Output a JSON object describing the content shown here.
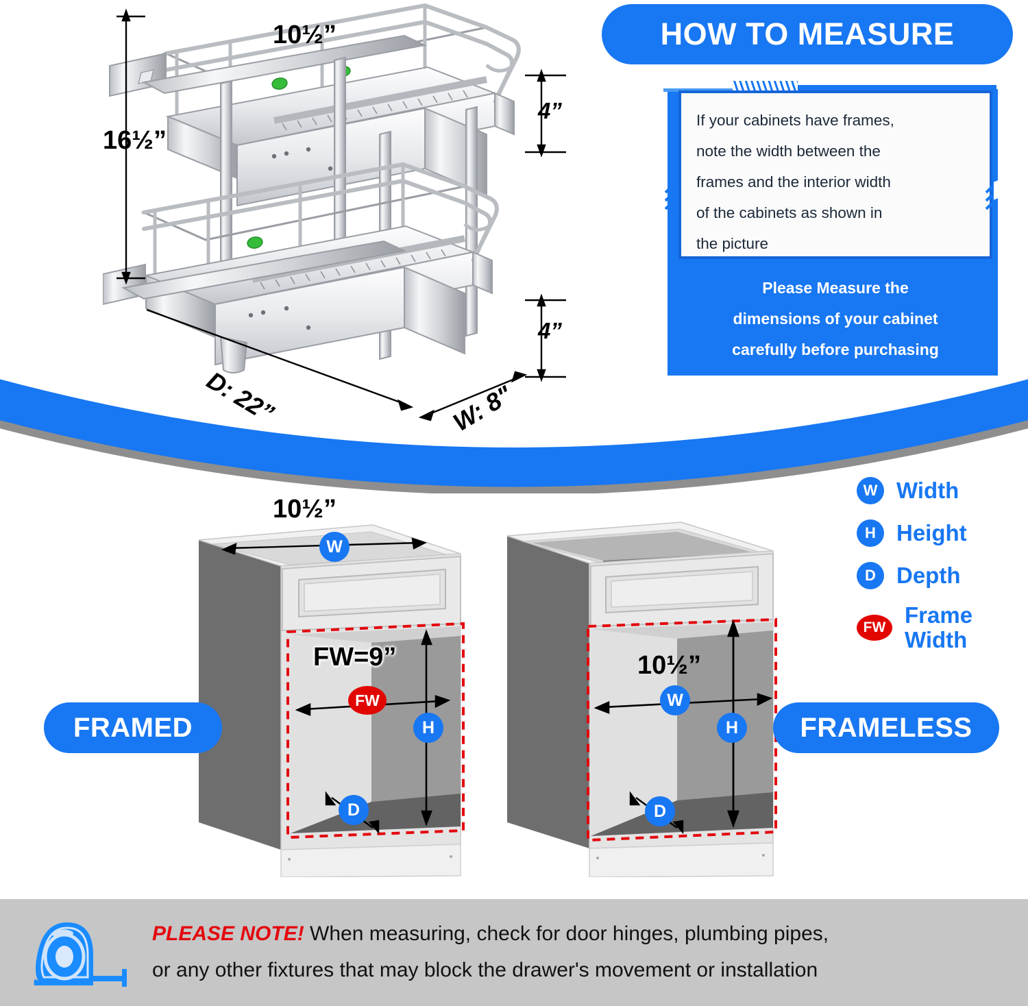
{
  "header": {
    "title": "HOW TO MEASURE"
  },
  "info_panel": {
    "card_text": "If your cabinets have frames, note the width between the frames and the interior width of the cabinets as shown in the picture",
    "card_lines": [
      "If your cabinets have frames,",
      "note the width between the",
      "frames and the interior width",
      "of the cabinets as shown in",
      "the picture"
    ],
    "blue_lines": [
      "Please Measure the",
      "dimensions of your cabinet",
      "carefully before purchasing"
    ]
  },
  "product": {
    "height_label": "16½”",
    "tier1_height_label": "4”",
    "tier2_height_label": "4”",
    "depth_label": "D: 22”",
    "width_label": "W: 8\"",
    "name": "two-tier-pull-out-basket"
  },
  "legend": {
    "items": [
      {
        "badge": "W",
        "label": "Width",
        "color": "#1877F2"
      },
      {
        "badge": "H",
        "label": "Height",
        "color": "#1877F2"
      },
      {
        "badge": "D",
        "label": "Depth",
        "color": "#1877F2"
      },
      {
        "badge": "FW",
        "label_line1": "Frame",
        "label_line2": "Width",
        "color": "#E10600"
      }
    ]
  },
  "framed": {
    "pill": "FRAMED",
    "top_width_label": "10½”",
    "frame_width_label": "FW=9”",
    "badges": {
      "w": "W",
      "fw": "FW",
      "h": "H",
      "d": "D"
    }
  },
  "frameless": {
    "pill": "FRAMELESS",
    "interior_width_label": "10½”",
    "badges": {
      "w": "W",
      "h": "H",
      "d": "D"
    }
  },
  "footer": {
    "please_note": "PLEASE NOTE!",
    "line1": " When measuring, check for door hinges, plumbing pipes,",
    "line2": "or any other fixtures that may block the drawer's movement or installation",
    "icon": "tape-measure-icon"
  },
  "colors": {
    "brand_blue": "#1877F2",
    "accent_red": "#E10600",
    "footer_gray": "#c6c6c6",
    "dashed_red": "#E3080E"
  }
}
